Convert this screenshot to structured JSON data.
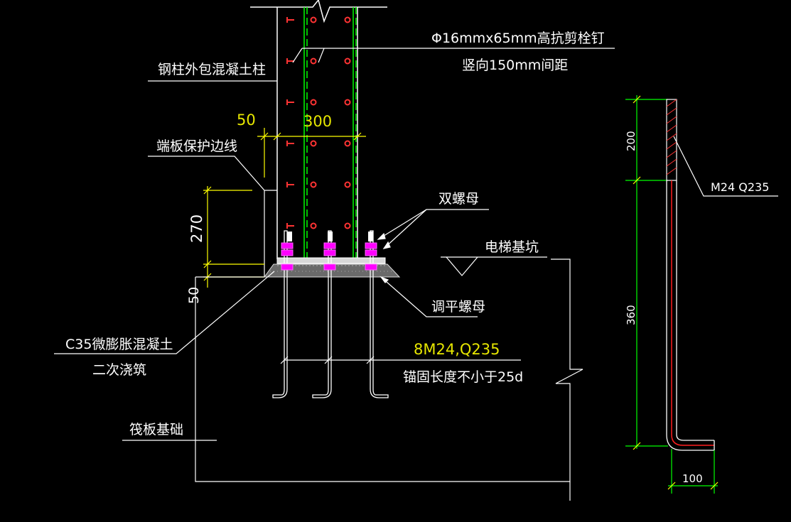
{
  "labels": {
    "stud_spec": "Φ16mmx65mm高抗剪栓钉",
    "stud_spacing": "竖向150mm间距",
    "encased_column": "钢柱外包混凝土柱",
    "end_plate_line": "端板保护边线",
    "double_nut": "双螺母",
    "elevator_pit": "电梯基坑",
    "leveling_nut": "调平螺母",
    "grout_1": "C35微膨胀混凝土",
    "grout_2": "二次浇筑",
    "bolt_spec": "8M24,Q235",
    "anchor_length": "锚固长度不小于25d",
    "raft": "筏板基础",
    "bolt_detail_spec": "M24  Q235"
  },
  "dims": {
    "d50_top": "50",
    "d300": "300",
    "d270": "270",
    "d50_side": "50",
    "d200": "200",
    "d360": "360",
    "d100": "100"
  },
  "colors": {
    "background": "#000000",
    "outline": "#ffffff",
    "dimension": "#00ff00",
    "leader_yellow": "#ffff00",
    "stud": "#ff3333",
    "nut": "#ff00ff",
    "bolt_detail_core": "#ff2020",
    "yellow_text": "#e6e600"
  }
}
